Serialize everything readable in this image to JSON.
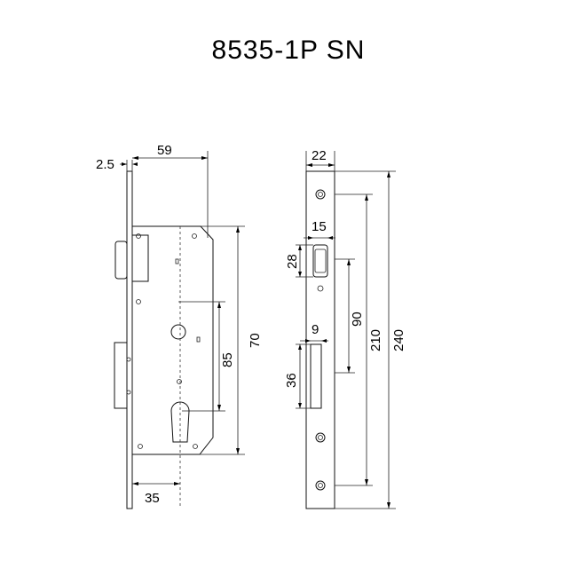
{
  "title": "8535-1P SN",
  "dimensions": {
    "backset_thickness": "2.5",
    "case_width": "59",
    "center_to_center": "85",
    "case_height": "70",
    "backset": "35",
    "faceplate_width": "22",
    "latch_width": "15",
    "latch_height": "28",
    "screw_spacing": "90",
    "inner_spacing": "210",
    "faceplate_length": "240",
    "bolt_width": "9",
    "bolt_height": "36"
  }
}
